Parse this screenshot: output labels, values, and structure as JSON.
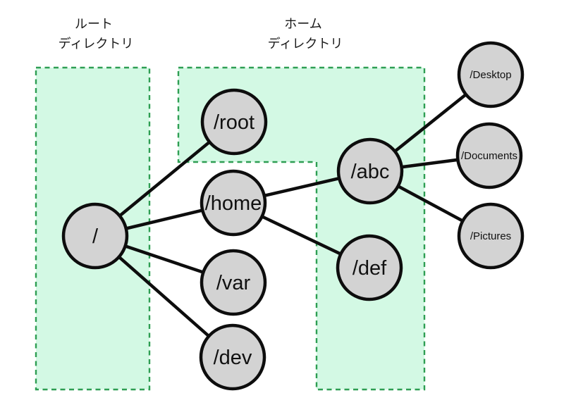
{
  "diagram": {
    "description_type": "filesystem-directory-tree",
    "regions": {
      "root": {
        "label_line1": "ルート",
        "label_line2": "ディレクトリ"
      },
      "home": {
        "label_line1": "ホーム",
        "label_line2": "ディレクトリ"
      }
    },
    "nodes": {
      "root": {
        "label": "/"
      },
      "rootdir": {
        "label": "/root"
      },
      "home": {
        "label": "/home"
      },
      "var": {
        "label": "/var"
      },
      "dev": {
        "label": "/dev"
      },
      "abc": {
        "label": "/abc"
      },
      "def": {
        "label": "/def"
      },
      "desktop": {
        "label": "/Desktop"
      },
      "documents": {
        "label": "/Documents"
      },
      "pictures": {
        "label": "/Pictures"
      }
    },
    "edges": [
      {
        "from": "/",
        "to": "/root"
      },
      {
        "from": "/",
        "to": "/home"
      },
      {
        "from": "/",
        "to": "/var"
      },
      {
        "from": "/",
        "to": "/dev"
      },
      {
        "from": "/home",
        "to": "/abc"
      },
      {
        "from": "/home",
        "to": "/def"
      },
      {
        "from": "/abc",
        "to": "/Desktop"
      },
      {
        "from": "/abc",
        "to": "/Documents"
      },
      {
        "from": "/abc",
        "to": "/Pictures"
      }
    ],
    "colors": {
      "background": "#ffffff",
      "region_fill": "#d3f9e4",
      "region_border": "#2e9e53",
      "node_fill": "#d3d3d3",
      "node_border": "#0d0d0d",
      "edge": "#0d0d0d",
      "text": "#111111"
    }
  }
}
